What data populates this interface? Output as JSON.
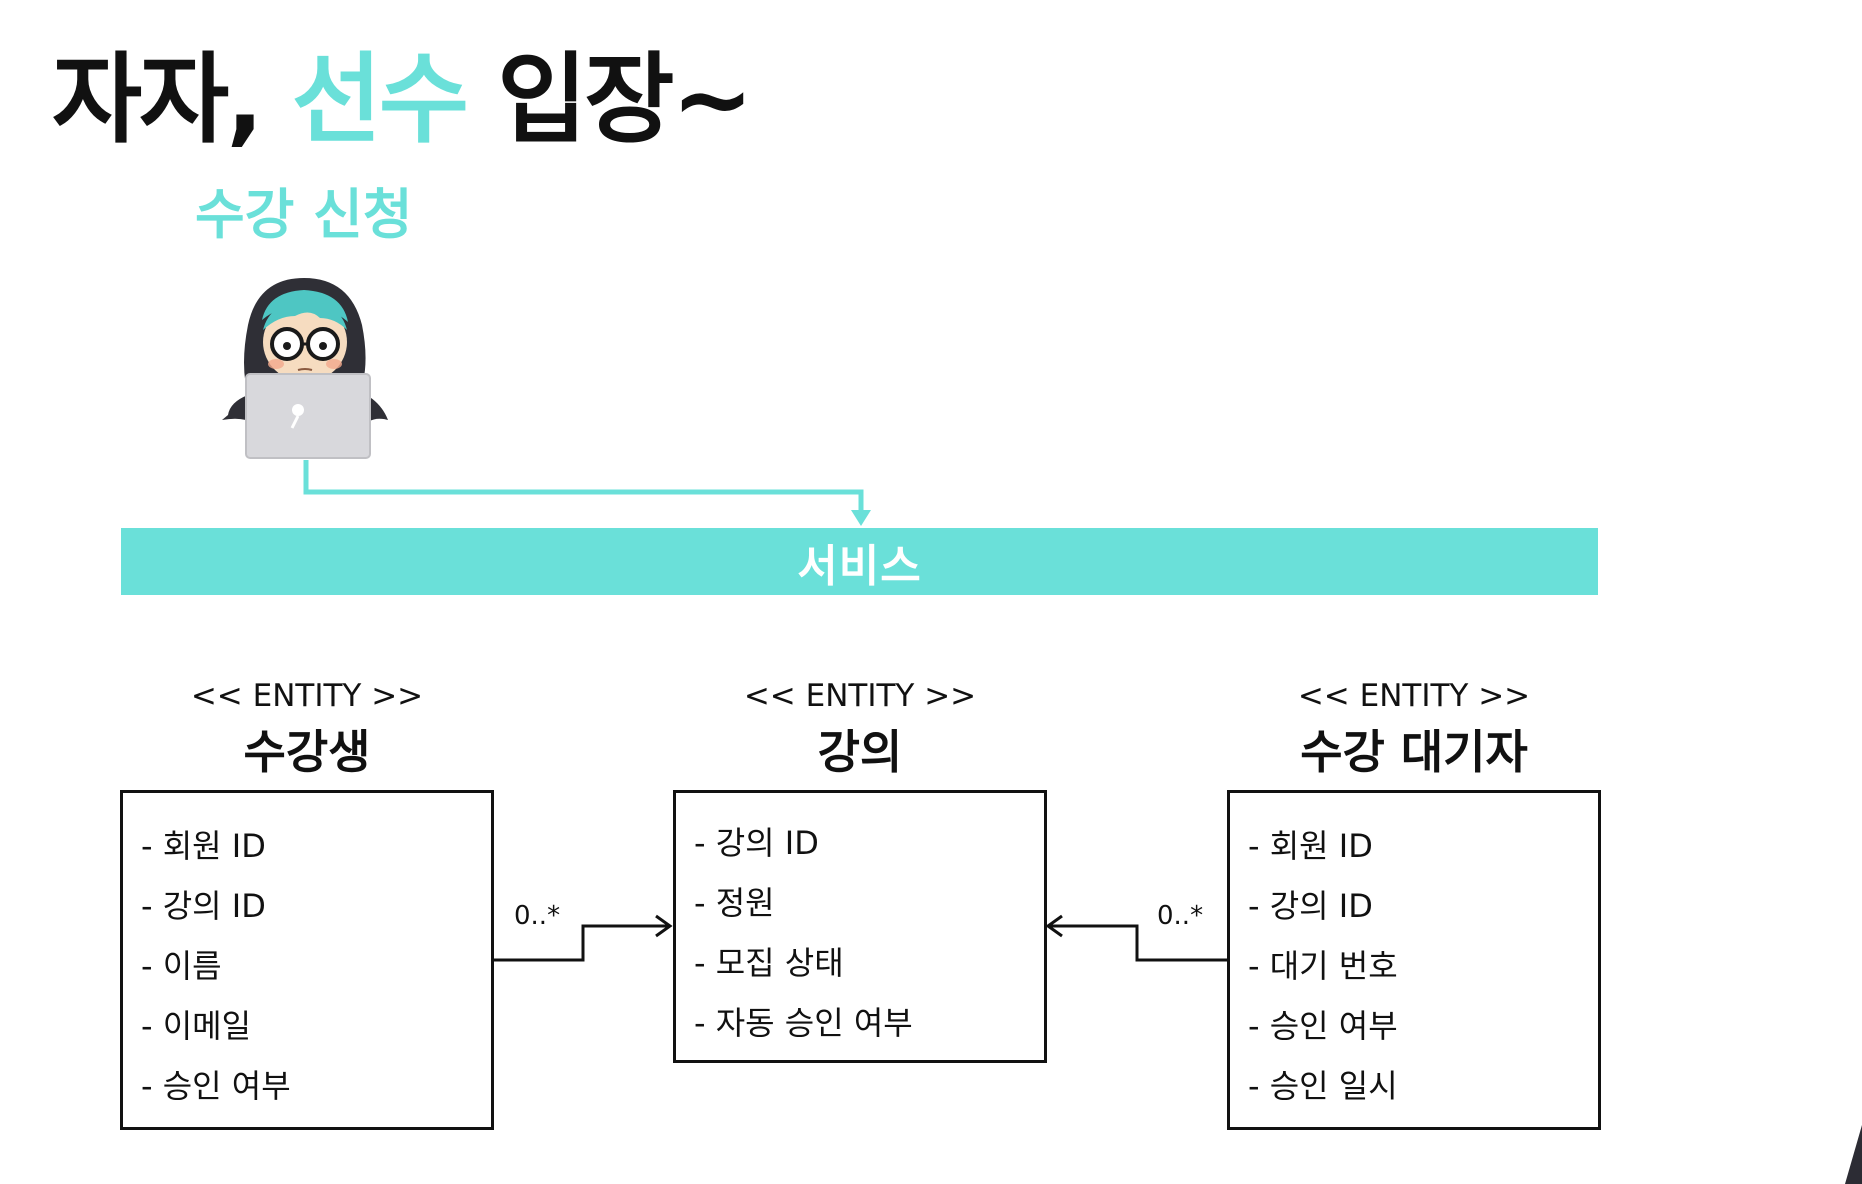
{
  "title": {
    "part1": "자자,",
    "accent": "선수",
    "part2": "입장~"
  },
  "subtitle": "수강 신청",
  "avatar_icon": "hooded-developer-with-laptop",
  "service": {
    "label": "서비스",
    "color": "#6ae0d9"
  },
  "entities": [
    {
      "stereotype": "<< ENTITY >>",
      "name": "수강생",
      "attributes": [
        "- 회원 ID",
        "- 강의 ID",
        "- 이름",
        "- 이메일",
        "- 승인 여부"
      ]
    },
    {
      "stereotype": "<< ENTITY >>",
      "name": "강의",
      "attributes": [
        "- 강의 ID",
        "- 정원",
        "- 모집 상태",
        "- 자동 승인 여부"
      ]
    },
    {
      "stereotype": "<< ENTITY >>",
      "name": "수강 대기자",
      "attributes": [
        "- 회원 ID",
        "- 강의 ID",
        "- 대기 번호",
        "- 승인 여부",
        "- 승인 일시"
      ]
    }
  ],
  "relations": {
    "student_to_lecture": "0..*",
    "waiter_to_lecture": "0..*"
  }
}
